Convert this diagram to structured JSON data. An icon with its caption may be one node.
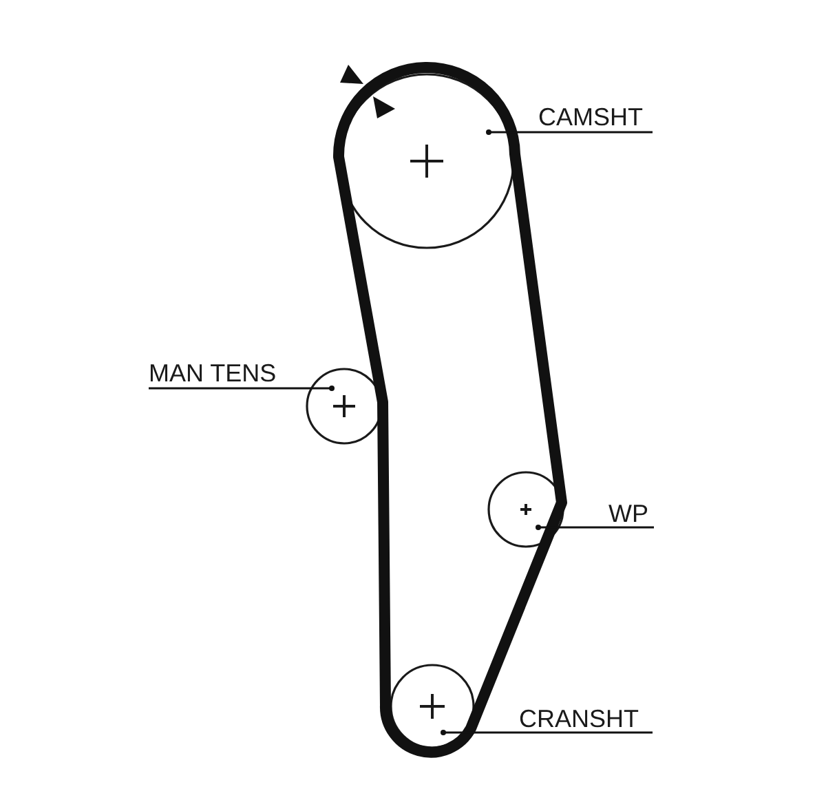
{
  "diagram": {
    "nodes": [
      {
        "text": [
          "CAMSHT"
        ]
      },
      {
        "text": [],
        "shape": "circle"
      },
      {
        "text": [
          "MAN TENS"
        ]
      },
      {
        "text": [],
        "shape": "circle"
      },
      {
        "text": [
          "WP"
        ]
      },
      {
        "text": [],
        "shape": "circle"
      },
      {
        "text": [
          "CRANSHT"
        ]
      },
      {
        "text": [],
        "shape": "circle"
      }
    ],
    "edges": [
      {
        "from": 0,
        "to": 1,
        "arrow": "other"
      },
      {
        "from": 2,
        "to": 3,
        "arrow": "other"
      },
      {
        "from": 4,
        "to": 5,
        "arrow": "other"
      },
      {
        "from": 6,
        "to": 7,
        "arrow": "other"
      }
    ]
  }
}
